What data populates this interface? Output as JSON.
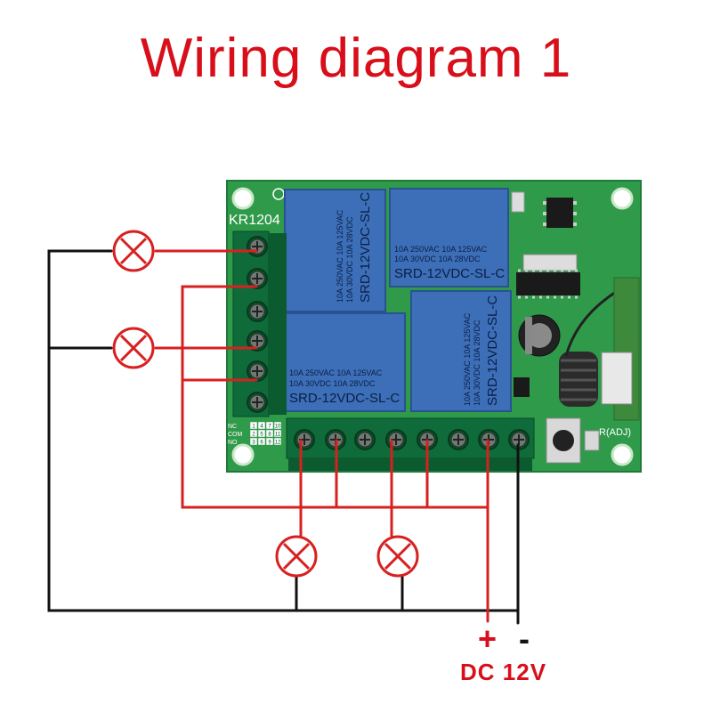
{
  "title": "Wiring diagram 1",
  "board": {
    "model_label": "KR1204",
    "adj_label": "R(ADJ)",
    "row_labels": [
      "NC",
      "COM",
      "NO"
    ],
    "terminal_grid": [
      [
        "1",
        "4",
        "7",
        "10"
      ],
      [
        "2",
        "5",
        "8",
        "11"
      ],
      [
        "3",
        "6",
        "9",
        "12"
      ]
    ],
    "relay_horizontal": {
      "line1": "10A 250VAC   10A 125VAC",
      "line2": "10A  30VDC   10A  28VDC",
      "model": "SRD-12VDC-SL-C"
    },
    "relay_vertical": {
      "line1": "10A 250VAC  10A 125VAC",
      "line2": "10A  30VDC  10A  28VDC",
      "model": "SRD-12VDC-SL-C"
    }
  },
  "power": {
    "plus": "+",
    "minus": "-",
    "label": "DC 12V"
  },
  "colors": {
    "title": "#d80f1a",
    "positive_wire": "#d82020",
    "negative_wire": "#111111",
    "pcb": "#2f9a4a",
    "relay": "#3d6fb8",
    "terminal": "#0f6b3a"
  }
}
